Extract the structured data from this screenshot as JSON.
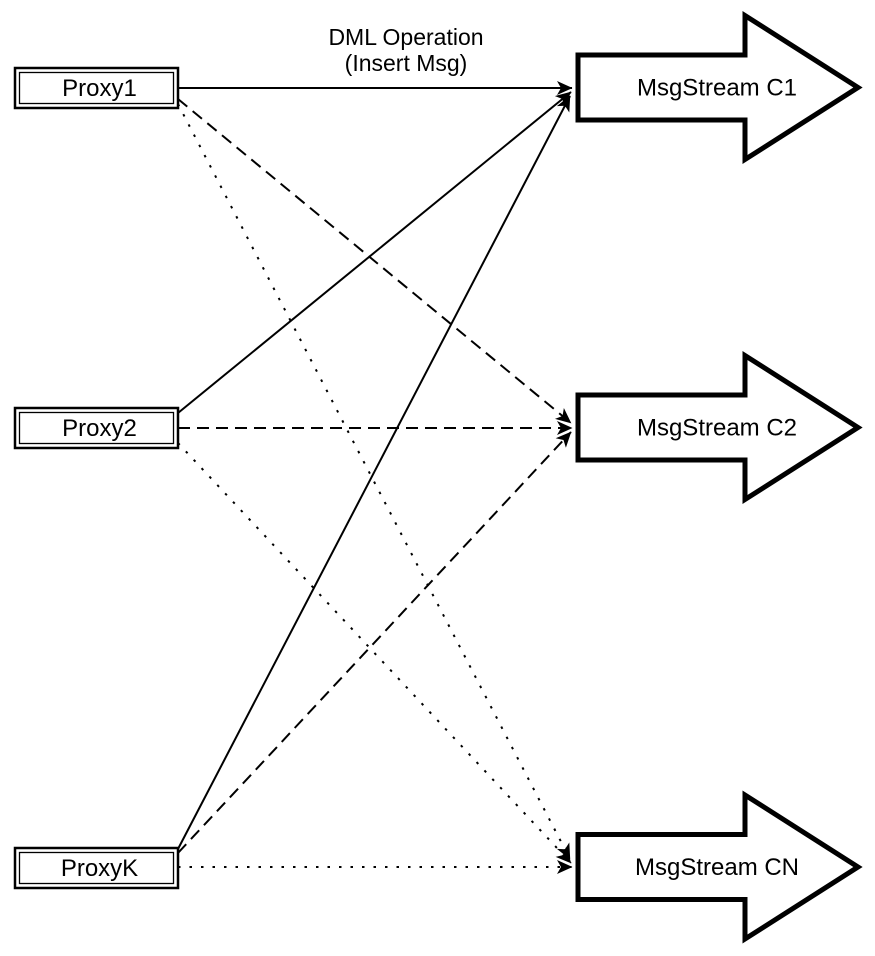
{
  "diagram": {
    "annotation": {
      "line1": "DML Operation",
      "line2": "(Insert Msg)"
    },
    "proxies": [
      {
        "id": "proxy1",
        "label": "Proxy1"
      },
      {
        "id": "proxy2",
        "label": "Proxy2"
      },
      {
        "id": "proxyk",
        "label": "ProxyK"
      }
    ],
    "streams": [
      {
        "id": "c1",
        "label": "MsgStream C1"
      },
      {
        "id": "c2",
        "label": "MsgStream C2"
      },
      {
        "id": "cn",
        "label": "MsgStream CN"
      }
    ],
    "edges": [
      {
        "from": "proxy1",
        "to": "c1",
        "style": "solid"
      },
      {
        "from": "proxy2",
        "to": "c1",
        "style": "solid"
      },
      {
        "from": "proxyk",
        "to": "c1",
        "style": "solid"
      },
      {
        "from": "proxy1",
        "to": "c2",
        "style": "dashed"
      },
      {
        "from": "proxy2",
        "to": "c2",
        "style": "dashed"
      },
      {
        "from": "proxyk",
        "to": "c2",
        "style": "dashed"
      },
      {
        "from": "proxy1",
        "to": "cn",
        "style": "dotted"
      },
      {
        "from": "proxy2",
        "to": "cn",
        "style": "dotted"
      },
      {
        "from": "proxyk",
        "to": "cn",
        "style": "dotted"
      }
    ],
    "colors": {
      "stroke": "#000000",
      "fill": "#ffffff",
      "background": "#ffffff"
    }
  }
}
